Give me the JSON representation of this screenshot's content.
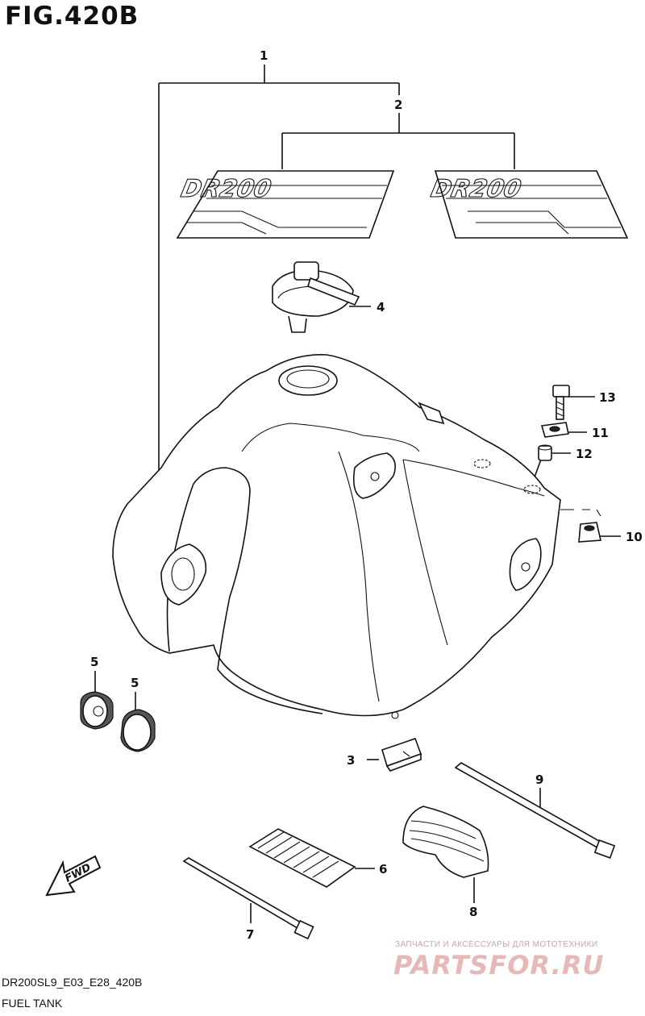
{
  "figure": {
    "title": "FIG.420B",
    "code": "DR200SL9_E03_E28_420B",
    "name": "FUEL TANK"
  },
  "callouts": [
    "1",
    "2",
    "3",
    "4",
    "5",
    "5",
    "6",
    "7",
    "8",
    "9",
    "10",
    "11",
    "12",
    "13"
  ],
  "decal": {
    "text": "DR200"
  },
  "fwd_arrow": {
    "text": "FWD"
  },
  "watermark": {
    "tagline": "ЗАПЧАСТИ И АКСЕССУАРЫ ДЛЯ МОТОТЕХНИКИ",
    "brand": "PARTSFOR.RU"
  }
}
